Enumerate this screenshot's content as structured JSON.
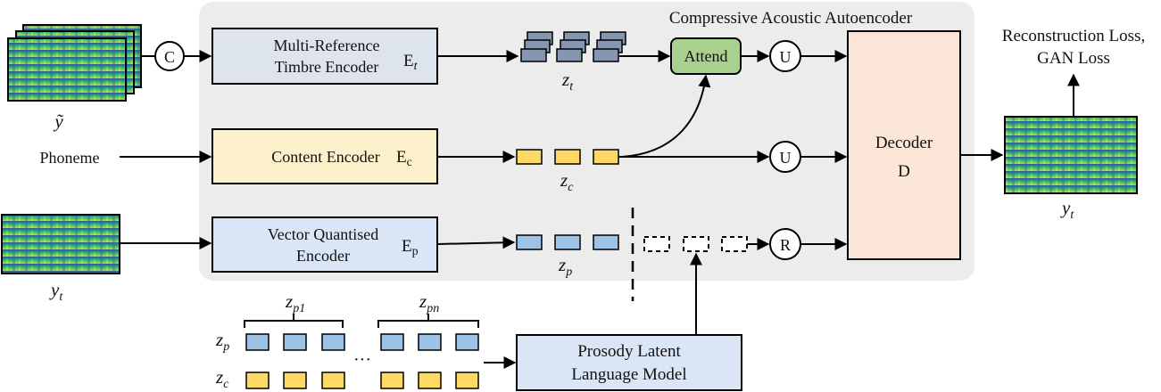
{
  "title": "Compressive Acoustic Autoencoder",
  "inputs": {
    "reference_label": "ỹ",
    "phoneme_label": "Phoneme",
    "target_label": "y",
    "target_sub": "t"
  },
  "encoders": {
    "timbre_line1": "Multi-Reference",
    "timbre_line2": "Timbre Encoder",
    "timbre_sym": "E",
    "timbre_sub": "t",
    "content_line1": "Content Encoder",
    "content_sym": "E",
    "content_sub": "c",
    "vq_line1": "Vector Quantised",
    "vq_line2": "Encoder",
    "vq_sym": "E",
    "vq_sub": "p"
  },
  "latents": {
    "zt": "z",
    "zt_sub": "t",
    "zc": "z",
    "zc_sub": "c",
    "zp": "z",
    "zp_sub": "p"
  },
  "ops": {
    "concat": "C",
    "attend": "Attend",
    "upsample": "U",
    "repeat": "R"
  },
  "decoder": {
    "line1": "Decoder",
    "line2": "D"
  },
  "output": {
    "loss_line1": "Reconstruction Loss,",
    "loss_line2": "GAN Loss",
    "out_label": "y",
    "out_sub": "t"
  },
  "lm": {
    "line1": "Prosody Latent",
    "line2": "Language Model",
    "zp1": "z",
    "zp1_sub": "p1",
    "zpn": "z",
    "zpn_sub": "pn",
    "row_zp": "z",
    "row_zp_sub": "p",
    "row_zc": "z",
    "row_zc_sub": "c",
    "ellipsis": "···"
  },
  "colors": {
    "panel": "#ececec",
    "timbre_box": "#dee4ee",
    "content_box": "#fdf1cc",
    "vq_box": "#dae6f5",
    "attend_box": "#a9d18e",
    "decoder_box": "#fbe5d6",
    "lm_box": "#dae6f5",
    "gray_token": "#8496b0",
    "yellow_token": "#ffd966",
    "blue_token": "#9dc3e6"
  }
}
